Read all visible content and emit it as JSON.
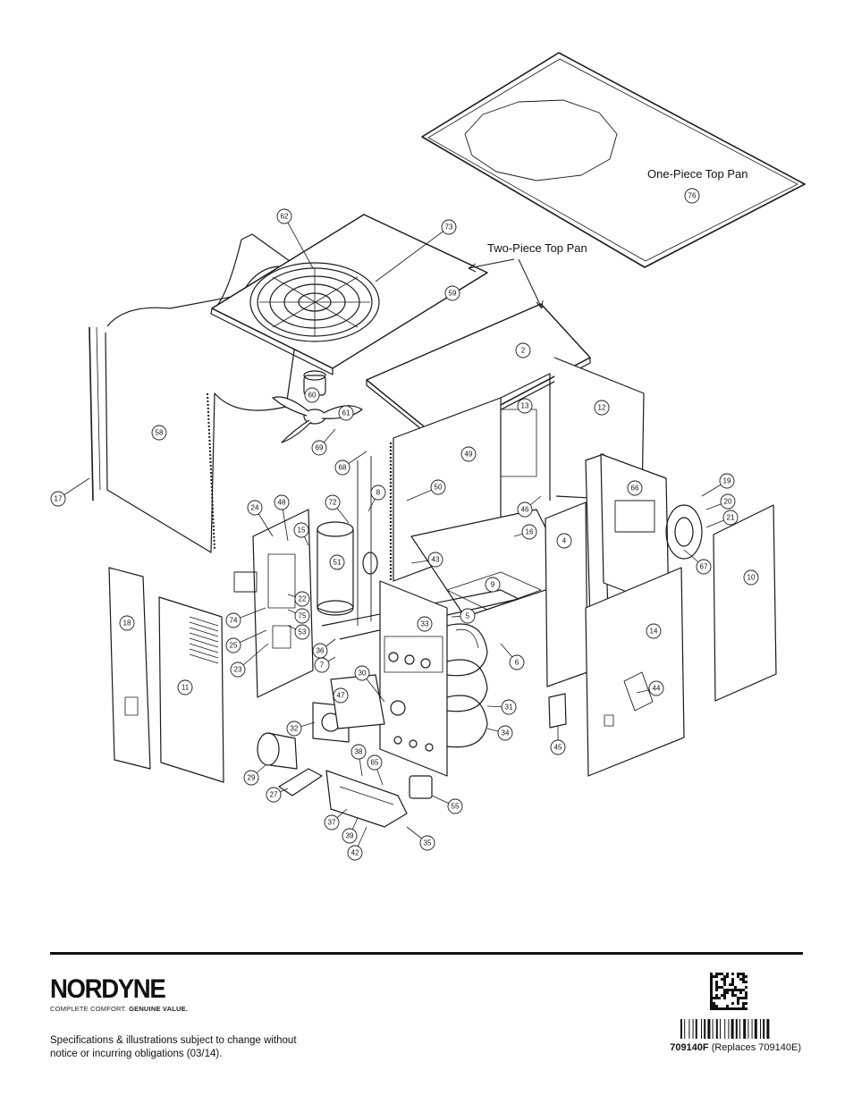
{
  "diagram": {
    "labels": {
      "one_piece_top_pan": "One-Piece Top Pan",
      "two_piece_top_pan": "Two-Piece Top Pan"
    },
    "callouts": [
      "2",
      "4",
      "5",
      "6",
      "7",
      "8",
      "9",
      "10",
      "11",
      "12",
      "13",
      "14",
      "15",
      "16",
      "17",
      "18",
      "19",
      "20",
      "21",
      "22",
      "23",
      "24",
      "25",
      "27",
      "29",
      "30",
      "31",
      "32",
      "33",
      "34",
      "35",
      "36",
      "37",
      "38",
      "39",
      "42",
      "43",
      "44",
      "45",
      "46",
      "47",
      "48",
      "49",
      "50",
      "51",
      "53",
      "55",
      "58",
      "59",
      "60",
      "61",
      "62",
      "65",
      "66",
      "67",
      "68",
      "69",
      "72",
      "73",
      "74",
      "75",
      "76"
    ]
  },
  "footer": {
    "brand": "NORDYNE",
    "tagline_regular": "COMPLETE COMFORT.",
    "tagline_bold": "GENUINE VALUE.",
    "notice": "Specifications & illustrations subject to change without notice or incurring obligations (03/14).",
    "doc_number": "709140F",
    "replaces": "(Replaces 709140E)"
  }
}
